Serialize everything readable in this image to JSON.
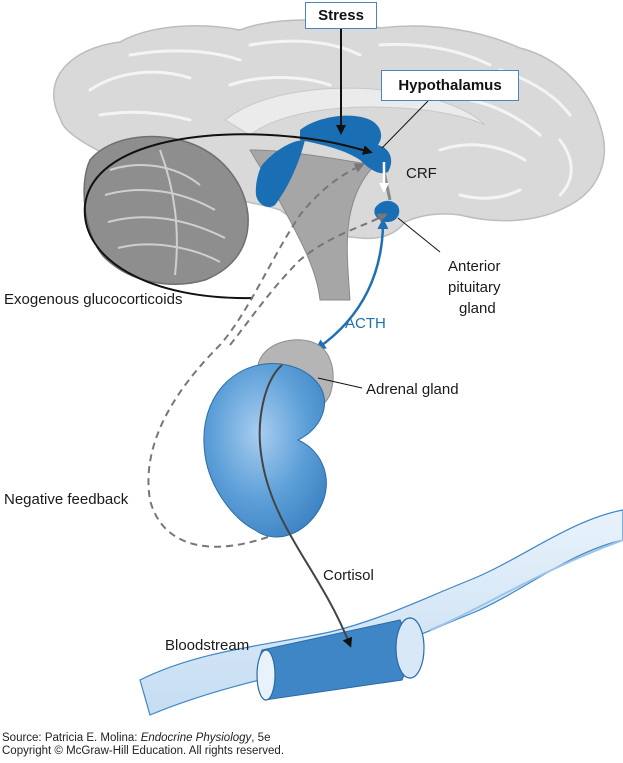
{
  "labels": {
    "stress": "Stress",
    "hypothalamus": "Hypothalamus",
    "crf": "CRF",
    "anterior_pituitary": [
      "Anterior",
      "pituitary",
      "gland"
    ],
    "exogenous": "Exogenous glucocorticoids",
    "acth": "ACTH",
    "adrenal": "Adrenal gland",
    "negative_feedback": "Negative feedback",
    "cortisol": "Cortisol",
    "bloodstream": "Bloodstream"
  },
  "source": {
    "prefix": "Source: Patricia E. Molina: ",
    "title": "Endocrine Physiology",
    "suffix": ", 5e",
    "copyright": "Copyright © McGraw-Hill Education. All rights reserved."
  },
  "colors": {
    "brain_light": "#d9d9d9",
    "brain_mid": "#a6a6a6",
    "brain_dark": "#7a7a7a",
    "hypothalamus_blue": "#1a6fb4",
    "adrenal_blue": "#5c9fd8",
    "vessel_blue": "#3f86c6",
    "acth_blue": "#1f6fb2"
  }
}
